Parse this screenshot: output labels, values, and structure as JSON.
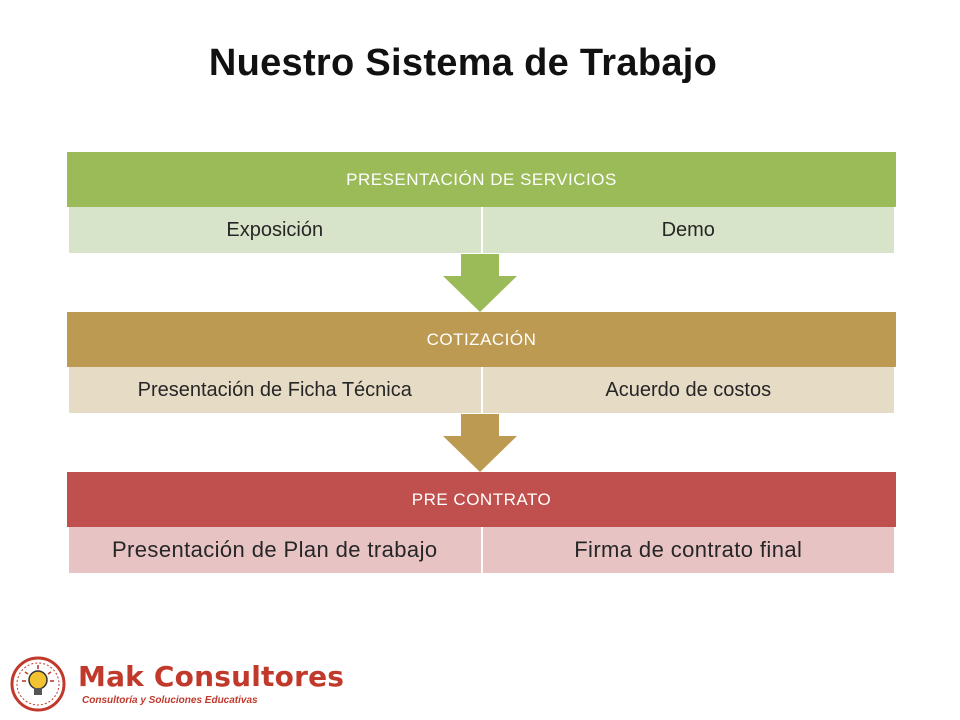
{
  "title": "Nuestro Sistema de Trabajo",
  "stages": [
    {
      "header": "PRESENTACIÓN DE SERVICIOS",
      "items": [
        "Exposición",
        "Demo"
      ],
      "color": "#9bbb59",
      "light_color": "#d8e4c9"
    },
    {
      "header": "COTIZACIÓN",
      "items": [
        "Presentación de Ficha Técnica",
        "Acuerdo de costos"
      ],
      "color": "#bd9a52",
      "light_color": "#e6dcc6"
    },
    {
      "header": "PRE CONTRATO",
      "items": [
        "Presentación de Plan de trabajo",
        "Firma de contrato final"
      ],
      "color": "#c0504d",
      "light_color": "#e7c4c3"
    }
  ],
  "logo": {
    "name": "Mak Consultores",
    "tagline": "Consultoría y Soluciones Educativas",
    "icon": "lightbulb-seal-icon",
    "brand_color": "#c0392b"
  }
}
